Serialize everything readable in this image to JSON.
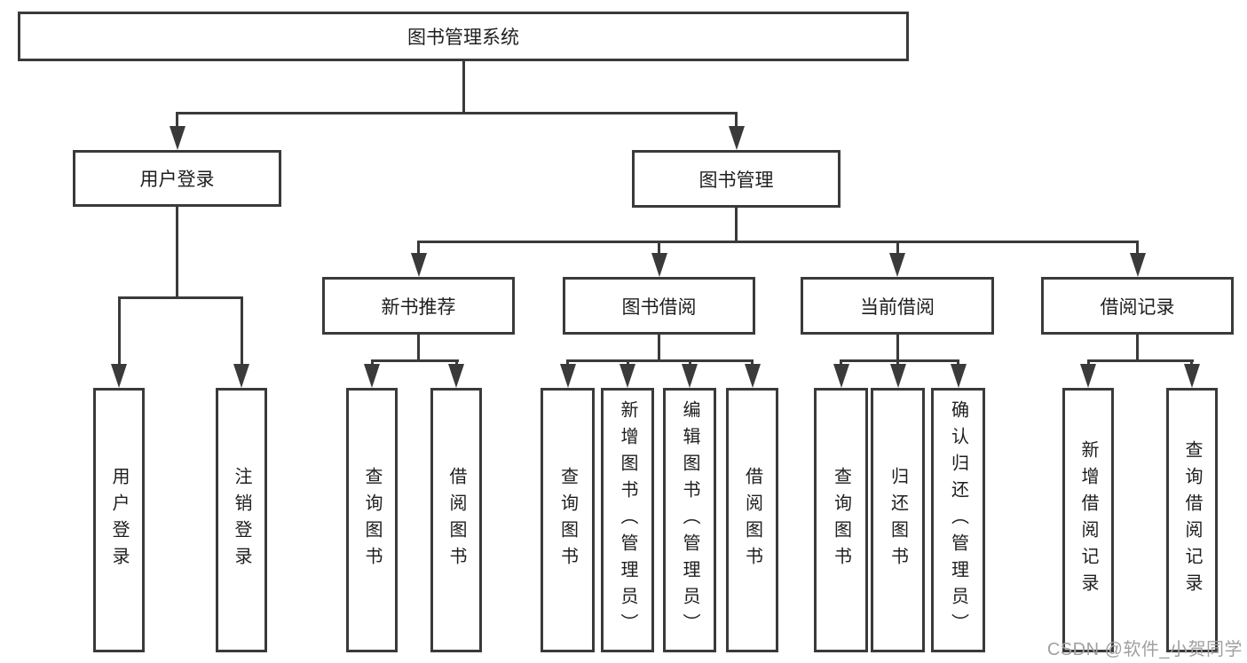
{
  "diagram_title": "图书管理系统",
  "nodes": {
    "root": "图书管理系统",
    "userLogin": "用户登录",
    "bookMgmt": "图书管理",
    "newBookRec": "新书推荐",
    "bookBorrow": "图书借阅",
    "currentBorrow": "当前借阅",
    "borrowRecord": "借阅记录",
    "leafUserLogin": "用户登录",
    "leafLogout": "注销登录",
    "leafQueryBook1": "查询图书",
    "leafBorrowBook1": "借阅图书",
    "leafQueryBook2": "查询图书",
    "leafAddBook": "新增图书（管理员）",
    "leafEditBook": "编辑图书（管理员）",
    "leafBorrowBook2": "借阅图书",
    "leafQueryBook3": "查询图书",
    "leafReturnBook": "归还图书",
    "leafConfirmReturn": "确认归还（管理员）",
    "leafAddBorrowRecord": "新增借阅记录",
    "leafQueryBorrowRecord": "查询借阅记录"
  },
  "edges": [
    [
      "图书管理系统",
      "用户登录"
    ],
    [
      "图书管理系统",
      "图书管理"
    ],
    [
      "用户登录",
      "用户登录(叶)"
    ],
    [
      "用户登录",
      "注销登录"
    ],
    [
      "图书管理",
      "新书推荐"
    ],
    [
      "图书管理",
      "图书借阅"
    ],
    [
      "图书管理",
      "当前借阅"
    ],
    [
      "图书管理",
      "借阅记录"
    ],
    [
      "新书推荐",
      "查询图书"
    ],
    [
      "新书推荐",
      "借阅图书"
    ],
    [
      "图书借阅",
      "查询图书"
    ],
    [
      "图书借阅",
      "新增图书（管理员）"
    ],
    [
      "图书借阅",
      "编辑图书（管理员）"
    ],
    [
      "图书借阅",
      "借阅图书"
    ],
    [
      "当前借阅",
      "查询图书"
    ],
    [
      "当前借阅",
      "归还图书"
    ],
    [
      "当前借阅",
      "确认归还（管理员）"
    ],
    [
      "借阅记录",
      "新增借阅记录"
    ],
    [
      "借阅记录",
      "查询借阅记录"
    ]
  ],
  "watermark": "CSDN @软件_小贺同学",
  "colors": {
    "line": "#3a3a3a",
    "box_border": "#3a3a3a",
    "text": "#1e1e1e",
    "watermark": "#a0a0a0",
    "background": "#ffffff"
  }
}
